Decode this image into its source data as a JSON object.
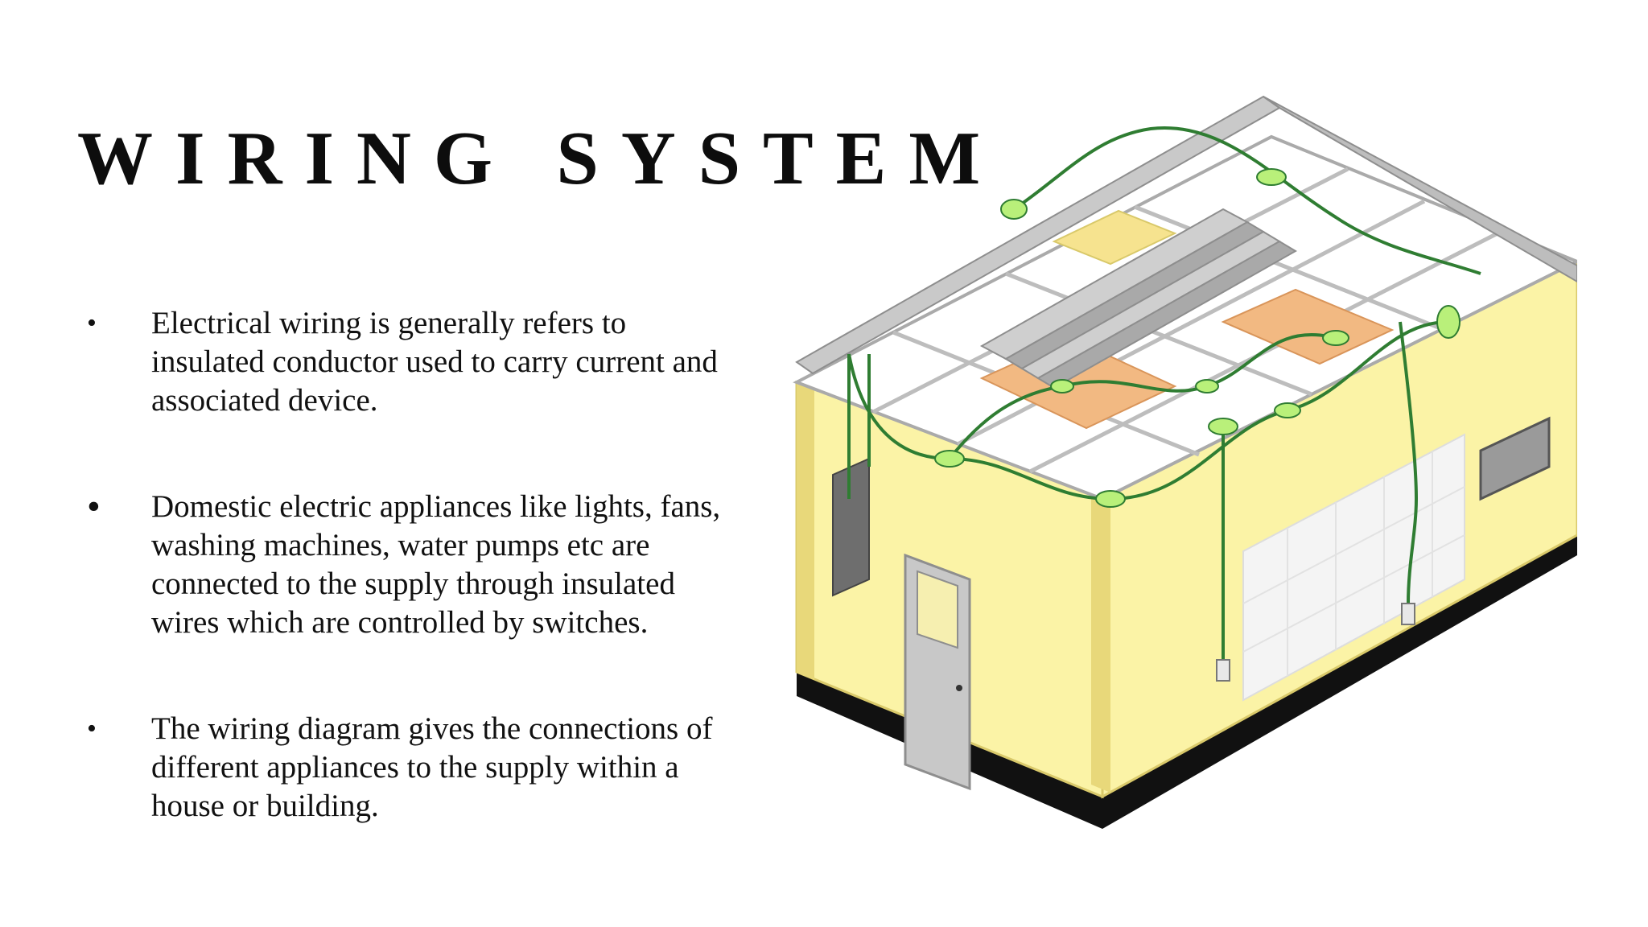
{
  "slide": {
    "title": "WIRING SYSTEM",
    "bullets": [
      {
        "marker": "•",
        "text": "Electrical wiring is generally refers to insulated conductor used to carry current and associated device."
      },
      {
        "marker": "•",
        "text": " Domestic electric appliances like lights, fans, washing machines, water pumps etc are connected to the supply through insulated wires which are controlled by switches."
      },
      {
        "marker": "•",
        "text": "The wiring diagram gives the connections of different appliances to the supply within a house or building."
      }
    ]
  },
  "illustration": {
    "subject": "isometric room cutaway with ceiling wiring",
    "colors": {
      "wall": "#fbf3a6",
      "wall_shadow": "#e8d87a",
      "roof": "#c9c9c9",
      "roof_dark": "#8e8e8e",
      "panel": "#f2b982",
      "wire": "#2f7d32",
      "box": "#b9f07a",
      "base": "#111111",
      "door": "#c8c8c8"
    }
  }
}
